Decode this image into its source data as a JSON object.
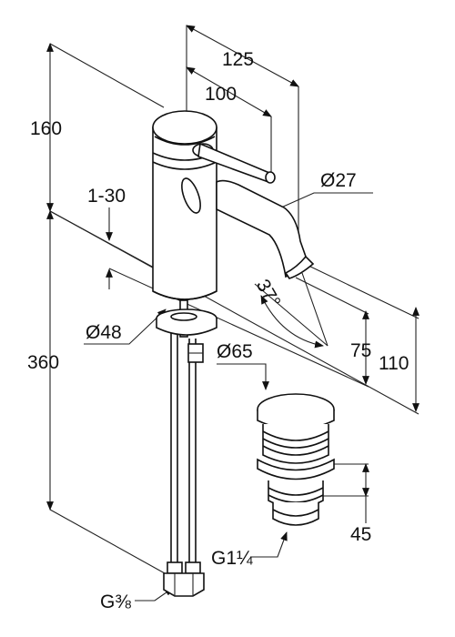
{
  "dimensions": {
    "width_overall": "125",
    "width_lever": "100",
    "height_top": "160",
    "adjust_range": "1-30",
    "height_total": "360",
    "spout_dia": "Ø27",
    "base_dia": "Ø48",
    "swivel_angle": "37°",
    "spout_height": "75",
    "spout_height_total": "110",
    "waste_dia": "Ø65",
    "waste_height": "45",
    "waste_thread": "G1¼",
    "hose_thread": "G⅜"
  }
}
